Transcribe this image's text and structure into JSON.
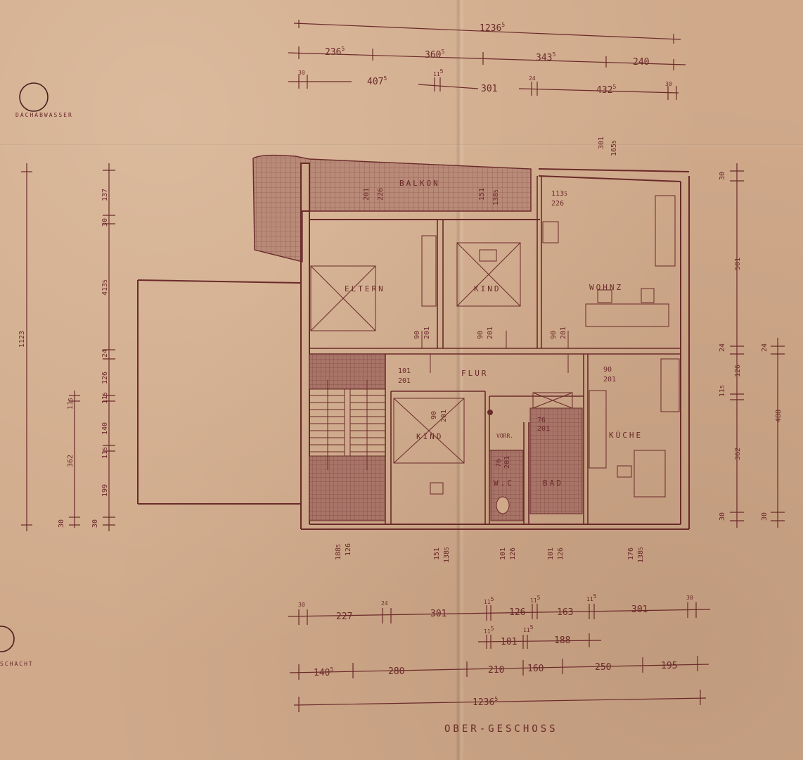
{
  "drawing_title": "OBER-GESCHOSS",
  "colors": {
    "paper": "#cfa98a",
    "ink": "#6a2a2a",
    "hatch": "#a87468"
  },
  "top_dims": {
    "total": "1236",
    "total_sup": "5",
    "row1": [
      {
        "v": "236",
        "s": "5"
      },
      {
        "v": "360",
        "s": "5"
      },
      {
        "v": "343",
        "s": "5"
      },
      {
        "v": "240",
        "s": ""
      }
    ],
    "row2": [
      {
        "v": "30",
        "s": ""
      },
      {
        "v": "407",
        "s": "5"
      },
      {
        "v": "11",
        "s": "5"
      },
      {
        "v": "301",
        "s": ""
      },
      {
        "v": "24",
        "s": ""
      },
      {
        "v": "432",
        "s": "5"
      },
      {
        "v": "30",
        "s": ""
      }
    ]
  },
  "bottom_dims": {
    "row1": [
      {
        "v": "30",
        "s": ""
      },
      {
        "v": "227",
        "s": ""
      },
      {
        "v": "24",
        "s": ""
      },
      {
        "v": "301",
        "s": ""
      },
      {
        "v": "11",
        "s": "5"
      },
      {
        "v": "126",
        "s": ""
      },
      {
        "v": "11",
        "s": "5"
      },
      {
        "v": "163",
        "s": ""
      },
      {
        "v": "11",
        "s": "5"
      },
      {
        "v": "301",
        "s": ""
      },
      {
        "v": "30",
        "s": ""
      }
    ],
    "row2": [
      {
        "v": "11",
        "s": "5"
      },
      {
        "v": "101",
        "s": ""
      },
      {
        "v": "11",
        "s": "5"
      },
      {
        "v": "188",
        "s": ""
      }
    ],
    "row3": [
      {
        "v": "140",
        "s": "5"
      },
      {
        "v": "280",
        "s": ""
      },
      {
        "v": "210",
        "s": ""
      },
      {
        "v": "160",
        "s": ""
      },
      {
        "v": "250",
        "s": ""
      },
      {
        "v": "195",
        "s": ""
      }
    ],
    "total": "1236",
    "total_sup": "5"
  },
  "left_dims": {
    "outer": "1123",
    "inner": [
      "137",
      "30",
      "413",
      "24",
      "126",
      "11",
      "140",
      "11",
      "199",
      "30"
    ],
    "inner_sup": [
      "",
      "",
      "5",
      "",
      "",
      "5",
      "",
      "5",
      "",
      ""
    ],
    "mid": [
      "11",
      "362",
      "30"
    ],
    "mid_sup": [
      "5",
      "",
      ""
    ]
  },
  "right_dims": {
    "inner": [
      "30",
      "501",
      "24",
      "126",
      "11",
      "362",
      "30"
    ],
    "inner_sup": [
      "",
      "",
      "",
      "",
      "5",
      "",
      ""
    ],
    "outer": [
      "24",
      "488",
      "30"
    ]
  },
  "rooms": {
    "balkon": "BALKON",
    "eltern": "ELTERN",
    "kind1": "KIND",
    "wohnz": "WOHNZ",
    "flur": "FLUR",
    "kind2": "KIND",
    "vorr": "VORR.",
    "wc": "W.C",
    "bad": "BAD",
    "kueche": "KÜCHE"
  },
  "openings": {
    "balk1": [
      "201",
      "226"
    ],
    "balk2": [
      "151",
      "138"
    ],
    "balk2_sup": "5",
    "balk3": [
      "113",
      "226"
    ],
    "balk3_sup": "5",
    "wohn_top": [
      "301",
      "165"
    ],
    "wohn_top_sup": "5",
    "d_eltern": [
      "90",
      "201"
    ],
    "d_kind1": [
      "90",
      "201"
    ],
    "d_wohn": [
      "90",
      "201"
    ],
    "d_flur": [
      "101",
      "201"
    ],
    "d_kueche": [
      "90",
      "201"
    ],
    "d_kind2": [
      "90",
      "201"
    ],
    "d_bad": [
      "76",
      "201"
    ],
    "d_wc": [
      "76",
      "201"
    ],
    "w1": [
      "188",
      "126"
    ],
    "w1_sup": "5",
    "w2": [
      "151",
      "138"
    ],
    "w2_sup": "5",
    "w3": [
      "101",
      "126"
    ],
    "w4": [
      "101",
      "126"
    ],
    "w5": [
      "176",
      "138"
    ],
    "w5_sup": "5"
  },
  "side_notes": {
    "top_left": "DACHABWASSER",
    "bottom_left": "SCHACHT"
  }
}
